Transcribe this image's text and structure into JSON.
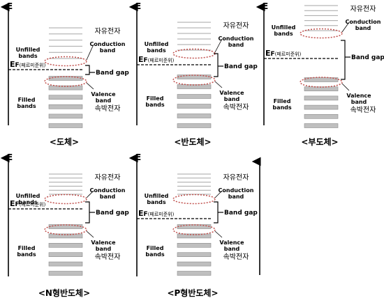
{
  "axis_label": "E",
  "labels": {
    "unfilled": "Unfilled\nbands",
    "filled": "Filled\nbands",
    "conduction": "Conduction\nband",
    "valence": "Valence\nband",
    "free_electron": "자유전자",
    "bound_electron": "속박전자",
    "band_gap": "Band gap",
    "ef_main": "E",
    "ef_sub": "F",
    "ef_note": "(페르미준위)"
  },
  "panels": [
    {
      "id": "conductor",
      "caption": "<도체>",
      "type": "conductor"
    },
    {
      "id": "semiconductor",
      "caption": "<반도체>",
      "type": "semiconductor"
    },
    {
      "id": "insulator",
      "caption": "<부도체>",
      "type": "insulator"
    },
    {
      "id": "n-type",
      "caption": "<N형반도체>",
      "type": "n"
    },
    {
      "id": "p-type",
      "caption": "<P형반도체>",
      "type": "p"
    }
  ],
  "colors": {
    "ellipse": "#c0504d",
    "filled_band": "#bfbfbf",
    "line": "#000000",
    "empty_band": "#a6a6a6"
  }
}
